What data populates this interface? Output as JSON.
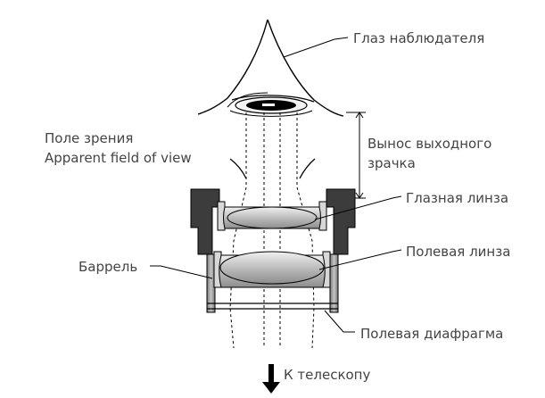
{
  "labels": {
    "eye": "Глаз наблюдателя",
    "field_of_view_ru": "Поле зрения",
    "field_of_view_en": "Apparent field of view",
    "eye_relief_line1": "Вынос выходного",
    "eye_relief_line2": "зрачка",
    "eye_lens": "Глазная линза",
    "field_lens": "Полевая линза",
    "barrel": "Баррель",
    "field_stop": "Полевая диафрагма",
    "to_telescope": "К телескопу"
  },
  "colors": {
    "line": "#000000",
    "eyepiece_housing": "#3c3c3c",
    "barrel_wall": "#9a9a9a",
    "lens_fill": "#c8c8c8",
    "label_text": "#444444"
  },
  "icons": {
    "arrow": "down-arrow-icon"
  }
}
